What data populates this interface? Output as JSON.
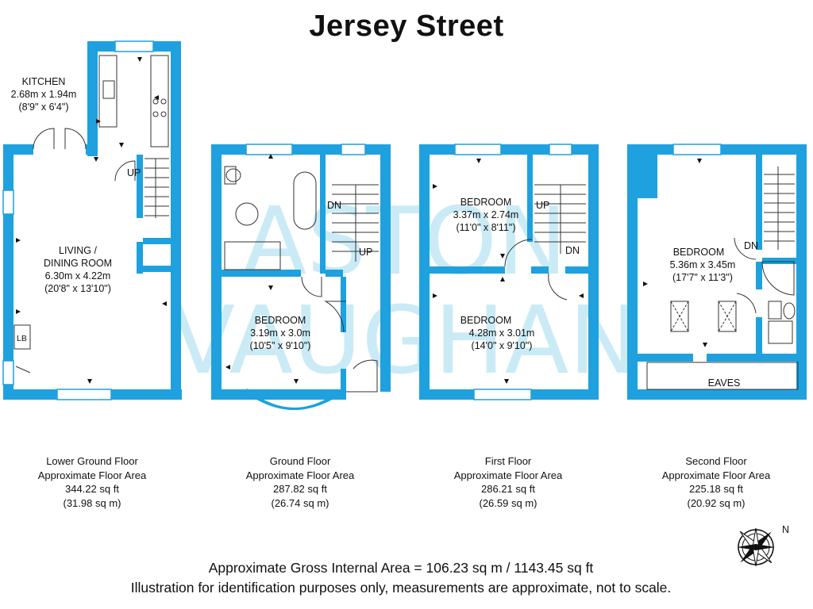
{
  "title": "Jersey Street",
  "watermark": {
    "line1": "ASTON",
    "line2": "VAUGHAN"
  },
  "colors": {
    "wall": "#1ea1de",
    "accent": "#1ea1de"
  },
  "rooms": {
    "kitchen": {
      "name": "KITCHEN",
      "size_m": "2.68m x 1.94m",
      "size_ft": "(8'9\" x 6'4\")"
    },
    "living": {
      "name1": "LIVING /",
      "name2": "DINING ROOM",
      "size_m": "6.30m x 4.22m",
      "size_ft": "(20'8\" x 13'10\")"
    },
    "ground_bedroom": {
      "name": "BEDROOM",
      "size_m": "3.19m x 3.0m",
      "size_ft": "(10'5\" x 9'10\")"
    },
    "first_bedroom_1": {
      "name": "BEDROOM",
      "size_m": "3.37m x 2.74m",
      "size_ft": "(11'0\" x 8'11\")"
    },
    "first_bedroom_2": {
      "name": "BEDROOM",
      "size_m": "4.28m x 3.01m",
      "size_ft": "(14'0\" x 9'10\")"
    },
    "second_bedroom": {
      "name": "BEDROOM",
      "size_m": "5.36m x 3.45m",
      "size_ft": "(17'7\" x 11'3\")"
    },
    "eaves": {
      "name": "EAVES"
    }
  },
  "markers": {
    "up": "UP",
    "dn": "DN",
    "lb": "LB"
  },
  "floors": [
    {
      "name": "Lower Ground Floor",
      "area_label": "Approximate Floor Area",
      "sq_ft": "344.22 sq ft",
      "sq_m": "(31.98 sq m)"
    },
    {
      "name": "Ground Floor",
      "area_label": "Approximate Floor Area",
      "sq_ft": "287.82 sq ft",
      "sq_m": "(26.74 sq m)"
    },
    {
      "name": "First Floor",
      "area_label": "Approximate Floor Area",
      "sq_ft": "286.21 sq ft",
      "sq_m": "(26.59 sq m)"
    },
    {
      "name": "Second Floor",
      "area_label": "Approximate Floor Area",
      "sq_ft": "225.18 sq ft",
      "sq_m": "(20.92 sq m)"
    }
  ],
  "gross_area": "Approximate Gross Internal Area = 106.23 sq m / 1143.45 sq ft",
  "disclaimer": "Illustration for identification purposes only, measurements are approximate, not to scale.",
  "compass": {
    "north": "N"
  }
}
